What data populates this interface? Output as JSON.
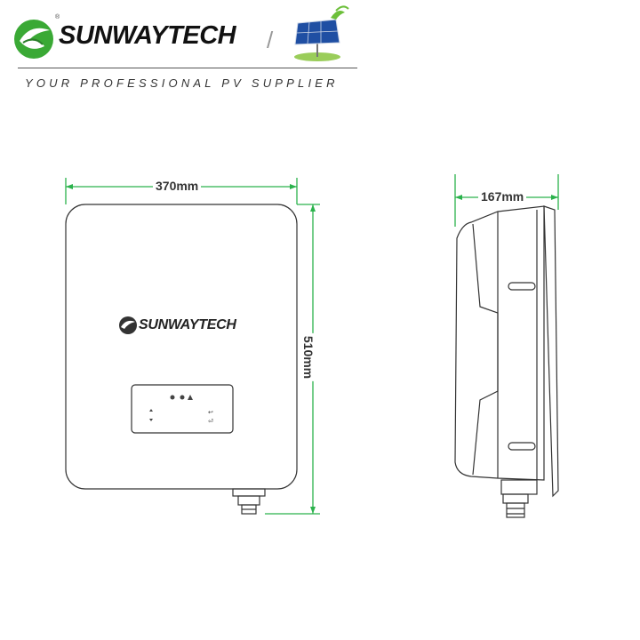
{
  "header": {
    "brand_name": "SUNWAYTECH",
    "registered_mark": "®",
    "tagline": "YOUR PROFESSIONAL PV SUPPLIER"
  },
  "drawing": {
    "front_view": {
      "width_label": "370mm",
      "height_label": "510mm",
      "device_logo_text": "SUNWAYTECH"
    },
    "side_view": {
      "depth_label": "167mm"
    },
    "colors": {
      "dimension_line": "#2bb24c",
      "outline": "#333333",
      "logo_green": "#3aa935"
    }
  }
}
